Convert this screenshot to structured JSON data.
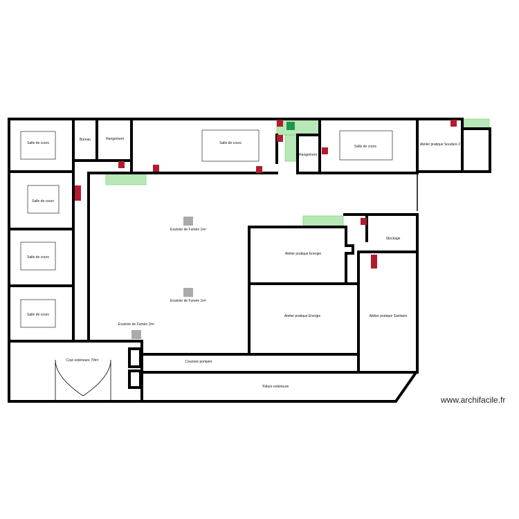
{
  "rooms": {
    "salle1": "Salle de cours",
    "salle2": "Salle de cours",
    "salle3": "Salle de cours",
    "salle4": "Salle de cours",
    "bureau": "Bureau",
    "rangement1": "Rangement",
    "salle_top": "Salle de cours",
    "rangement2": "Rangement",
    "salle_top2": "Salle de cours",
    "atelier_soudure": "Atelier pratique Soudure 2",
    "atelier_energie1": "Atelier pratique Energie",
    "atelier_energie2": "Atelier pratique Energie",
    "stockage": "Stockage",
    "atelier_sanitaire": "Atelier pratique Sanitaire",
    "cour": "Cour extérieure 70m²",
    "coursive": "Coursive pompier",
    "toiture": "Toiture extérieure"
  },
  "vents": [
    "Exutoire de Fumée 1m²",
    "Exutoire de Fumée 1m²",
    "Exutoire de Fumée 1m²"
  ],
  "colors": {
    "walls": "#000000",
    "stairs": "#b8e8b8",
    "extinguisher": "#b31b2e",
    "exit_sign": "#1a9a4a"
  },
  "watermark": "www.archifacile.fr"
}
